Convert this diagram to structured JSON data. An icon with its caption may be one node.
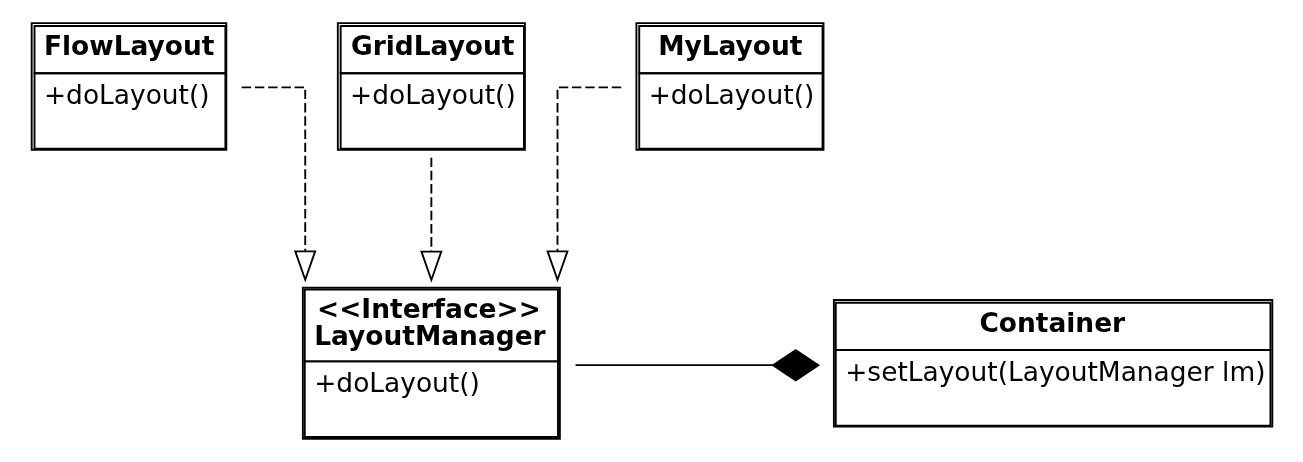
{
  "diagram": {
    "nodes": [
      {
        "text": [
          "Container",
          "+setLayout(LayoutManager lm)"
        ]
      },
      {
        "text": [
          "<<Interface>>",
          "LayoutManager",
          "+doLayout()"
        ]
      },
      {
        "text": [
          "FlowLayout",
          "+doLayout()"
        ]
      },
      {
        "text": [
          "GridLayout",
          "+doLayout()"
        ]
      },
      {
        "text": [
          "MyLayout",
          "+doLayout()"
        ]
      }
    ],
    "edges": [
      {
        "from": 1,
        "to": 0,
        "arrow": "other"
      },
      {
        "from": 2,
        "to": 1,
        "arrow": "to",
        "style": "dashed"
      },
      {
        "from": 3,
        "to": 1,
        "arrow": "to",
        "style": "dashed"
      },
      {
        "from": 4,
        "to": 1,
        "arrow": "to",
        "style": "dashed"
      }
    ]
  }
}
